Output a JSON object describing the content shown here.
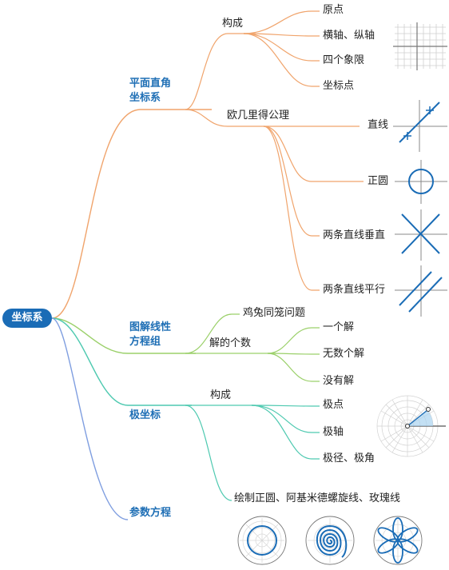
{
  "root": {
    "label": "坐标系"
  },
  "branches": {
    "b1": {
      "label": "平面直角坐标系",
      "color": "#f0a46c"
    },
    "b2": {
      "label": "图解线性方程组",
      "color": "#9bd06a"
    },
    "b3": {
      "label": "极坐标",
      "color": "#4ec9b0"
    },
    "b4": {
      "label": "参数方程",
      "color": "#7f9ee0"
    }
  },
  "nodes": {
    "goucheng1": "构成",
    "yuandian": "原点",
    "hengzhou": "横轴、纵轴",
    "sige": "四个象限",
    "zuobiaodian": "坐标点",
    "oujili": "欧几里得公理",
    "zhixian": "直线",
    "zhengyuan": "正圆",
    "chuizhi": "两条直线垂直",
    "pingxing": "两条直线平行",
    "jitu": "鸡兔同笼问题",
    "jiegeshu": "解的个数",
    "yigejie": "一个解",
    "wushu": "无数个解",
    "meiyou": "没有解",
    "goucheng2": "构成",
    "jidian": "极点",
    "jizhou": "极轴",
    "jijing": "极径、极角",
    "huizhi": "绘制正圆、阿基米德螺旋线、玫瑰线"
  },
  "icon_color": "#1a6cb6"
}
